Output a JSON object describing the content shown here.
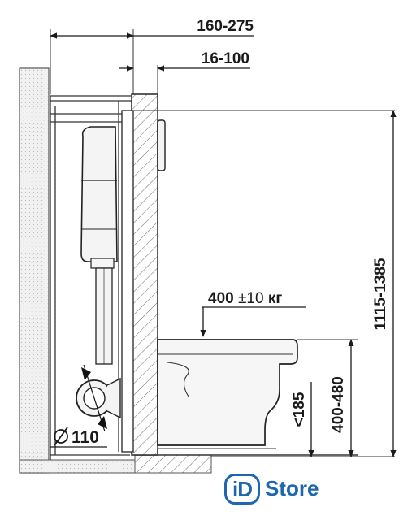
{
  "diagram": {
    "dimensions": {
      "cavity_depth": "160-275",
      "finish_thickness": "16-100",
      "frame_height": "1115-1385",
      "bowl_height": "400-480",
      "outlet_height": "<185",
      "drain_diameter": "110",
      "load": "400",
      "load_tolerance": "±10",
      "load_unit": "кг"
    },
    "symbols": {
      "diameter_icon": "diameter-symbol"
    }
  },
  "logo": {
    "box_text": "iD",
    "word": "Store",
    "color": "#1f66b0"
  }
}
